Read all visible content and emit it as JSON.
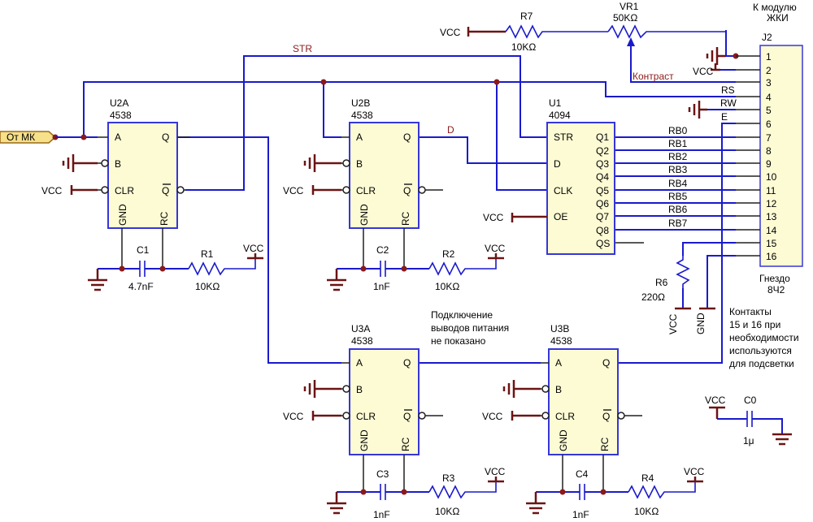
{
  "power": {
    "vcc": "VCC",
    "gnd": "GND"
  },
  "input_port": "От МК",
  "connector": {
    "ref": "J2",
    "module_label": [
      "К модулю",
      "ЖКИ"
    ],
    "socket_label": [
      "Гнездо",
      "8Ч2"
    ],
    "pins": [
      "1",
      "2",
      "3",
      "4",
      "5",
      "6",
      "7",
      "8",
      "9",
      "10",
      "11",
      "12",
      "13",
      "14",
      "15",
      "16"
    ],
    "signals": {
      "rs": "RS",
      "rw": "RW",
      "e": "E"
    }
  },
  "chips": {
    "u2a": {
      "ref": "U2A",
      "part": "4538"
    },
    "u2b": {
      "ref": "U2B",
      "part": "4538"
    },
    "u3a": {
      "ref": "U3A",
      "part": "4538"
    },
    "u3b": {
      "ref": "U3B",
      "part": "4538"
    },
    "u1": {
      "ref": "U1",
      "part": "4094"
    }
  },
  "mono_pins": {
    "a": "A",
    "b": "B",
    "clr": "CLR",
    "q": "Q",
    "qbar": "Q",
    "gnd": "GND",
    "rc": "RC"
  },
  "shift_pins": {
    "str": "STR",
    "d": "D",
    "clk": "CLK",
    "oe": "OE",
    "outputs": [
      "Q1",
      "Q2",
      "Q3",
      "Q4",
      "Q5",
      "Q6",
      "Q7",
      "Q8",
      "QS"
    ]
  },
  "nets": {
    "str": "STR",
    "d": "D",
    "rb": [
      "RB0",
      "RB1",
      "RB2",
      "RB3",
      "RB4",
      "RB5",
      "RB6",
      "RB7"
    ]
  },
  "components": {
    "r7": {
      "ref": "R7",
      "value": "10KΩ"
    },
    "vr1": {
      "ref": "VR1",
      "value": "50KΩ"
    },
    "contrast": "Контраст",
    "c1": {
      "ref": "C1",
      "value": "4.7nF"
    },
    "r1": {
      "ref": "R1",
      "value": "10KΩ"
    },
    "c2": {
      "ref": "C2",
      "value": "1nF"
    },
    "r2": {
      "ref": "R2",
      "value": "10KΩ"
    },
    "c3": {
      "ref": "C3",
      "value": "1nF"
    },
    "r3": {
      "ref": "R3",
      "value": "10KΩ"
    },
    "c4": {
      "ref": "C4",
      "value": "1nF"
    },
    "r4": {
      "ref": "R4",
      "value": "10KΩ"
    },
    "r6": {
      "ref": "R6",
      "value": "220Ω"
    },
    "c0": {
      "ref": "C0",
      "value": "1μ"
    }
  },
  "notes": {
    "power": [
      "Подключение",
      "выводов питания",
      "не показано"
    ],
    "backlight": [
      "Контакты",
      "15 и 16 при",
      "необходимости",
      "используются",
      "для подсветки"
    ]
  }
}
